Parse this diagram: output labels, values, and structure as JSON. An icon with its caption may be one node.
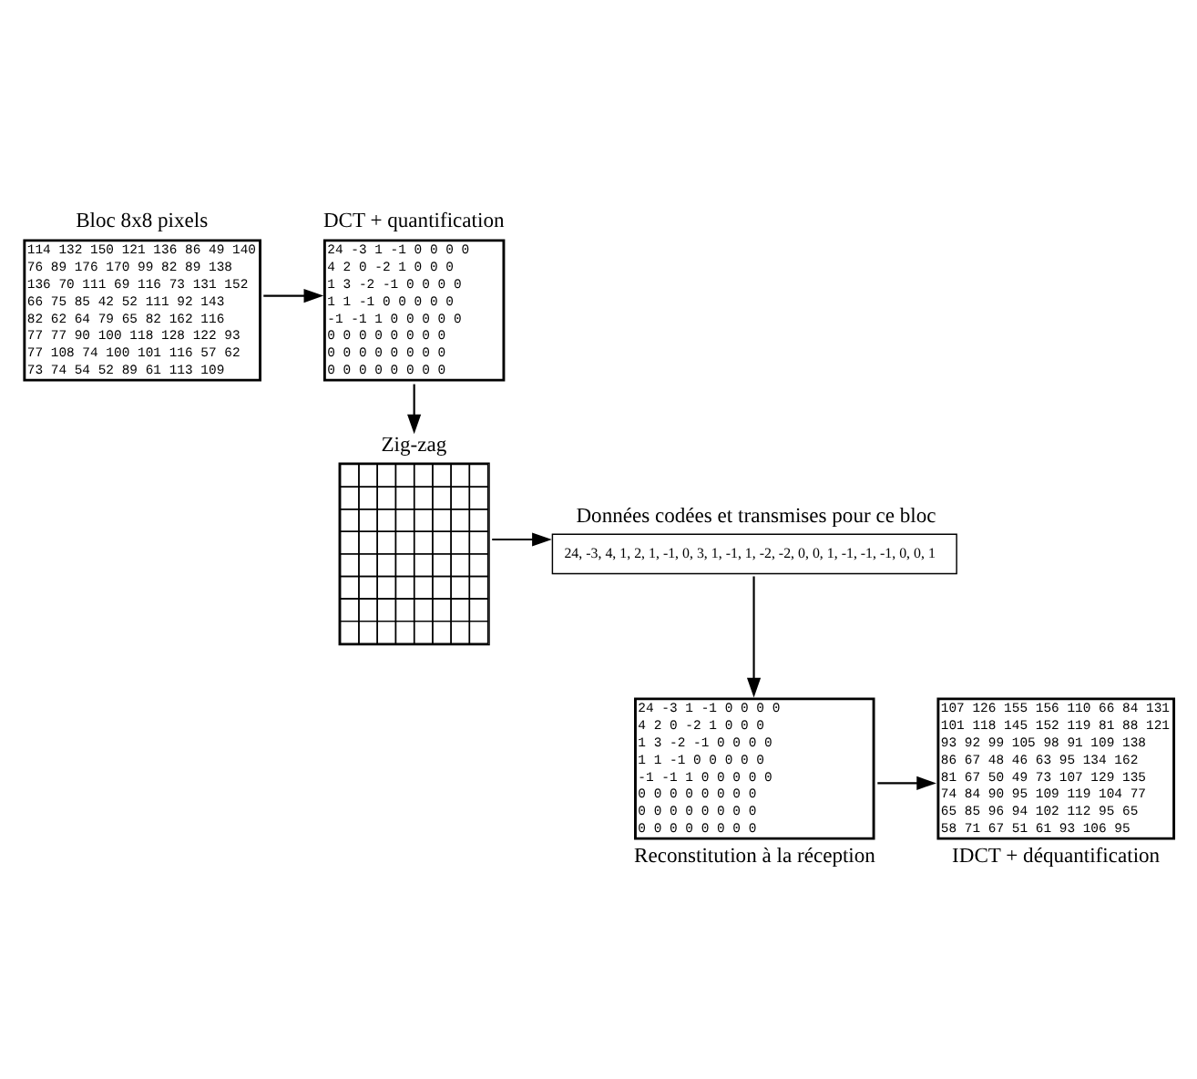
{
  "diagram": {
    "nodes": [
      {
        "text": [
          "Bloc 8x8 pixels",
          "114 132 150 121 136 86 49 140",
          "76 89 176 170 99 82 89 138",
          "136 70 111 69 116 73 131 152",
          "66 75 85 42 52 111 92 143",
          "82 62 64 79 65 82 162 116",
          "77 77 90 100 118 128 122 93",
          "77 108 74 100 101 116 57 62",
          "73 74 54 52 89 61 113 109"
        ]
      },
      {
        "text": [
          "DCT + quantification",
          "24 -3 1 -1 0 0 0 0",
          "4 2 0 -2 1 0 0 0",
          "1 3 -2 -1 0 0 0 0",
          "1 1 -1 0 0 0 0 0",
          "-1 -1 1 0 0 0 0 0",
          "0 0 0 0 0 0 0 0",
          "0 0 0 0 0 0 0 0",
          "0 0 0 0 0 0 0 0"
        ]
      },
      {
        "text": [
          "Zig-zag"
        ]
      },
      {
        "text": [
          "Données codées et transmises pour ce bloc",
          "24, -3, 4, 1, 2, 1, -1, 0, 3, 1, -1, 1, -2, -2, 0, 0, 1, -1, -1, -1, 0, 0, 1"
        ]
      },
      {
        "text": [
          "24 -3 1 -1 0 0 0 0",
          "4 2 0 -2 1 0 0 0",
          "1 3 -2 -1 0 0 0 0",
          "1 1 -1 0 0 0 0 0",
          "-1 -1 1 0 0 0 0 0",
          "0 0 0 0 0 0 0 0",
          "0 0 0 0 0 0 0 0",
          "0 0 0 0 0 0 0 0",
          "Reconstitution à la réception"
        ]
      },
      {
        "text": [
          "107 126 155 156 110 66 84 131",
          "101 118 145 152 119 81 88 121",
          "93 92 99 105 98 91 109 138",
          "86 67 48 46 63 95 134 162",
          "81 67 50 49 73 107 129 135",
          "74 84 90 95 109 119 104 77",
          "65 85 96 94 102 112 95 65",
          "58 71 67 51 61 93 106 95",
          "IDCT + déquantification"
        ]
      }
    ],
    "edges": [
      {
        "from": 0,
        "to": 1,
        "arrow": "to"
      },
      {
        "from": 1,
        "to": 2,
        "arrow": "to"
      },
      {
        "from": 2,
        "to": 3,
        "arrow": "to"
      },
      {
        "from": 3,
        "to": 4,
        "arrow": "to"
      },
      {
        "from": 4,
        "to": 5,
        "arrow": "to"
      }
    ]
  }
}
